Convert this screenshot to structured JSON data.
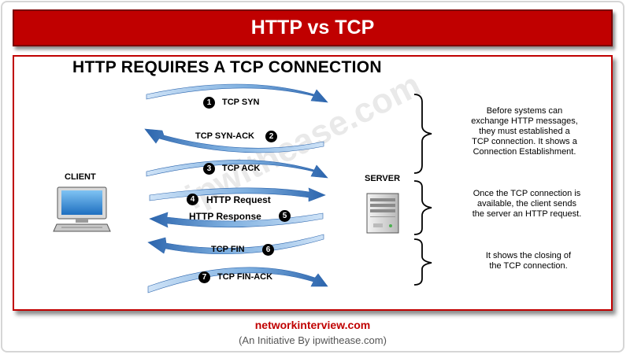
{
  "title": "HTTP vs TCP",
  "heading": "HTTP REQUIRES A TCP CONNECTION",
  "watermark": "ipwithease.com",
  "client_label": "CLIENT",
  "server_label": "SERVER",
  "steps": [
    {
      "num": "1",
      "label": "TCP SYN",
      "direction": "to-server"
    },
    {
      "num": "2",
      "label": "TCP SYN-ACK",
      "direction": "to-client"
    },
    {
      "num": "3",
      "label": "TCP ACK",
      "direction": "to-server"
    },
    {
      "num": "4",
      "label": "HTTP Request",
      "direction": "to-server"
    },
    {
      "num": "5",
      "label": "HTTP Response",
      "direction": "to-client"
    },
    {
      "num": "6",
      "label": "TCP FIN",
      "direction": "to-client"
    },
    {
      "num": "7",
      "label": "TCP FIN-ACK",
      "direction": "to-server"
    }
  ],
  "notes": [
    {
      "lines": [
        "Before systems can",
        "exchange HTTP messages,",
        "they must established a",
        "TCP connection. It shows a",
        "Connection Establishment."
      ]
    },
    {
      "lines": [
        "Once the TCP connection is",
        "available, the client sends",
        "the server an HTTP request."
      ]
    },
    {
      "lines": [
        "It shows the closing of",
        "the TCP connection."
      ]
    }
  ],
  "footer": {
    "site": "networkinterview.com",
    "tagline": "(An Initiative By ipwithease.com)"
  },
  "colors": {
    "title_bg": "#c00000",
    "panel_border": "#c00000",
    "arrow_light": "#a9cdee",
    "arrow_dark": "#2f6bb3",
    "footer_site": "#c00000"
  }
}
